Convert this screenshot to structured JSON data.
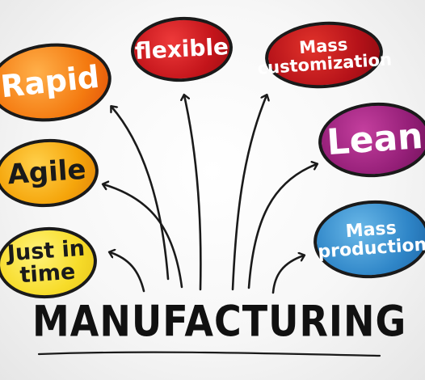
{
  "diagram": {
    "center_label": "MANUFACTURING",
    "nodes": [
      {
        "id": "rapid",
        "lines": [
          "Rapid"
        ],
        "color": "#f47a10"
      },
      {
        "id": "flexible",
        "lines": [
          "flexible"
        ],
        "color": "#c4151b"
      },
      {
        "id": "mass-customization",
        "lines": [
          "Mass",
          "customization"
        ],
        "color": "#b51219"
      },
      {
        "id": "lean",
        "lines": [
          "Lean"
        ],
        "color": "#951f78"
      },
      {
        "id": "agile",
        "lines": [
          "Agile"
        ],
        "color": "#f5a50b"
      },
      {
        "id": "mass-production",
        "lines": [
          "Mass",
          "production"
        ],
        "color": "#2f86c8"
      },
      {
        "id": "just-in-time",
        "lines": [
          "Just in",
          "time"
        ],
        "color": "#f7dc2a"
      }
    ],
    "edges": [
      {
        "from": "MANUFACTURING",
        "to": "rapid"
      },
      {
        "from": "MANUFACTURING",
        "to": "flexible"
      },
      {
        "from": "MANUFACTURING",
        "to": "mass-customization"
      },
      {
        "from": "MANUFACTURING",
        "to": "lean"
      },
      {
        "from": "MANUFACTURING",
        "to": "agile"
      },
      {
        "from": "MANUFACTURING",
        "to": "mass-production"
      },
      {
        "from": "MANUFACTURING",
        "to": "just-in-time"
      }
    ]
  }
}
